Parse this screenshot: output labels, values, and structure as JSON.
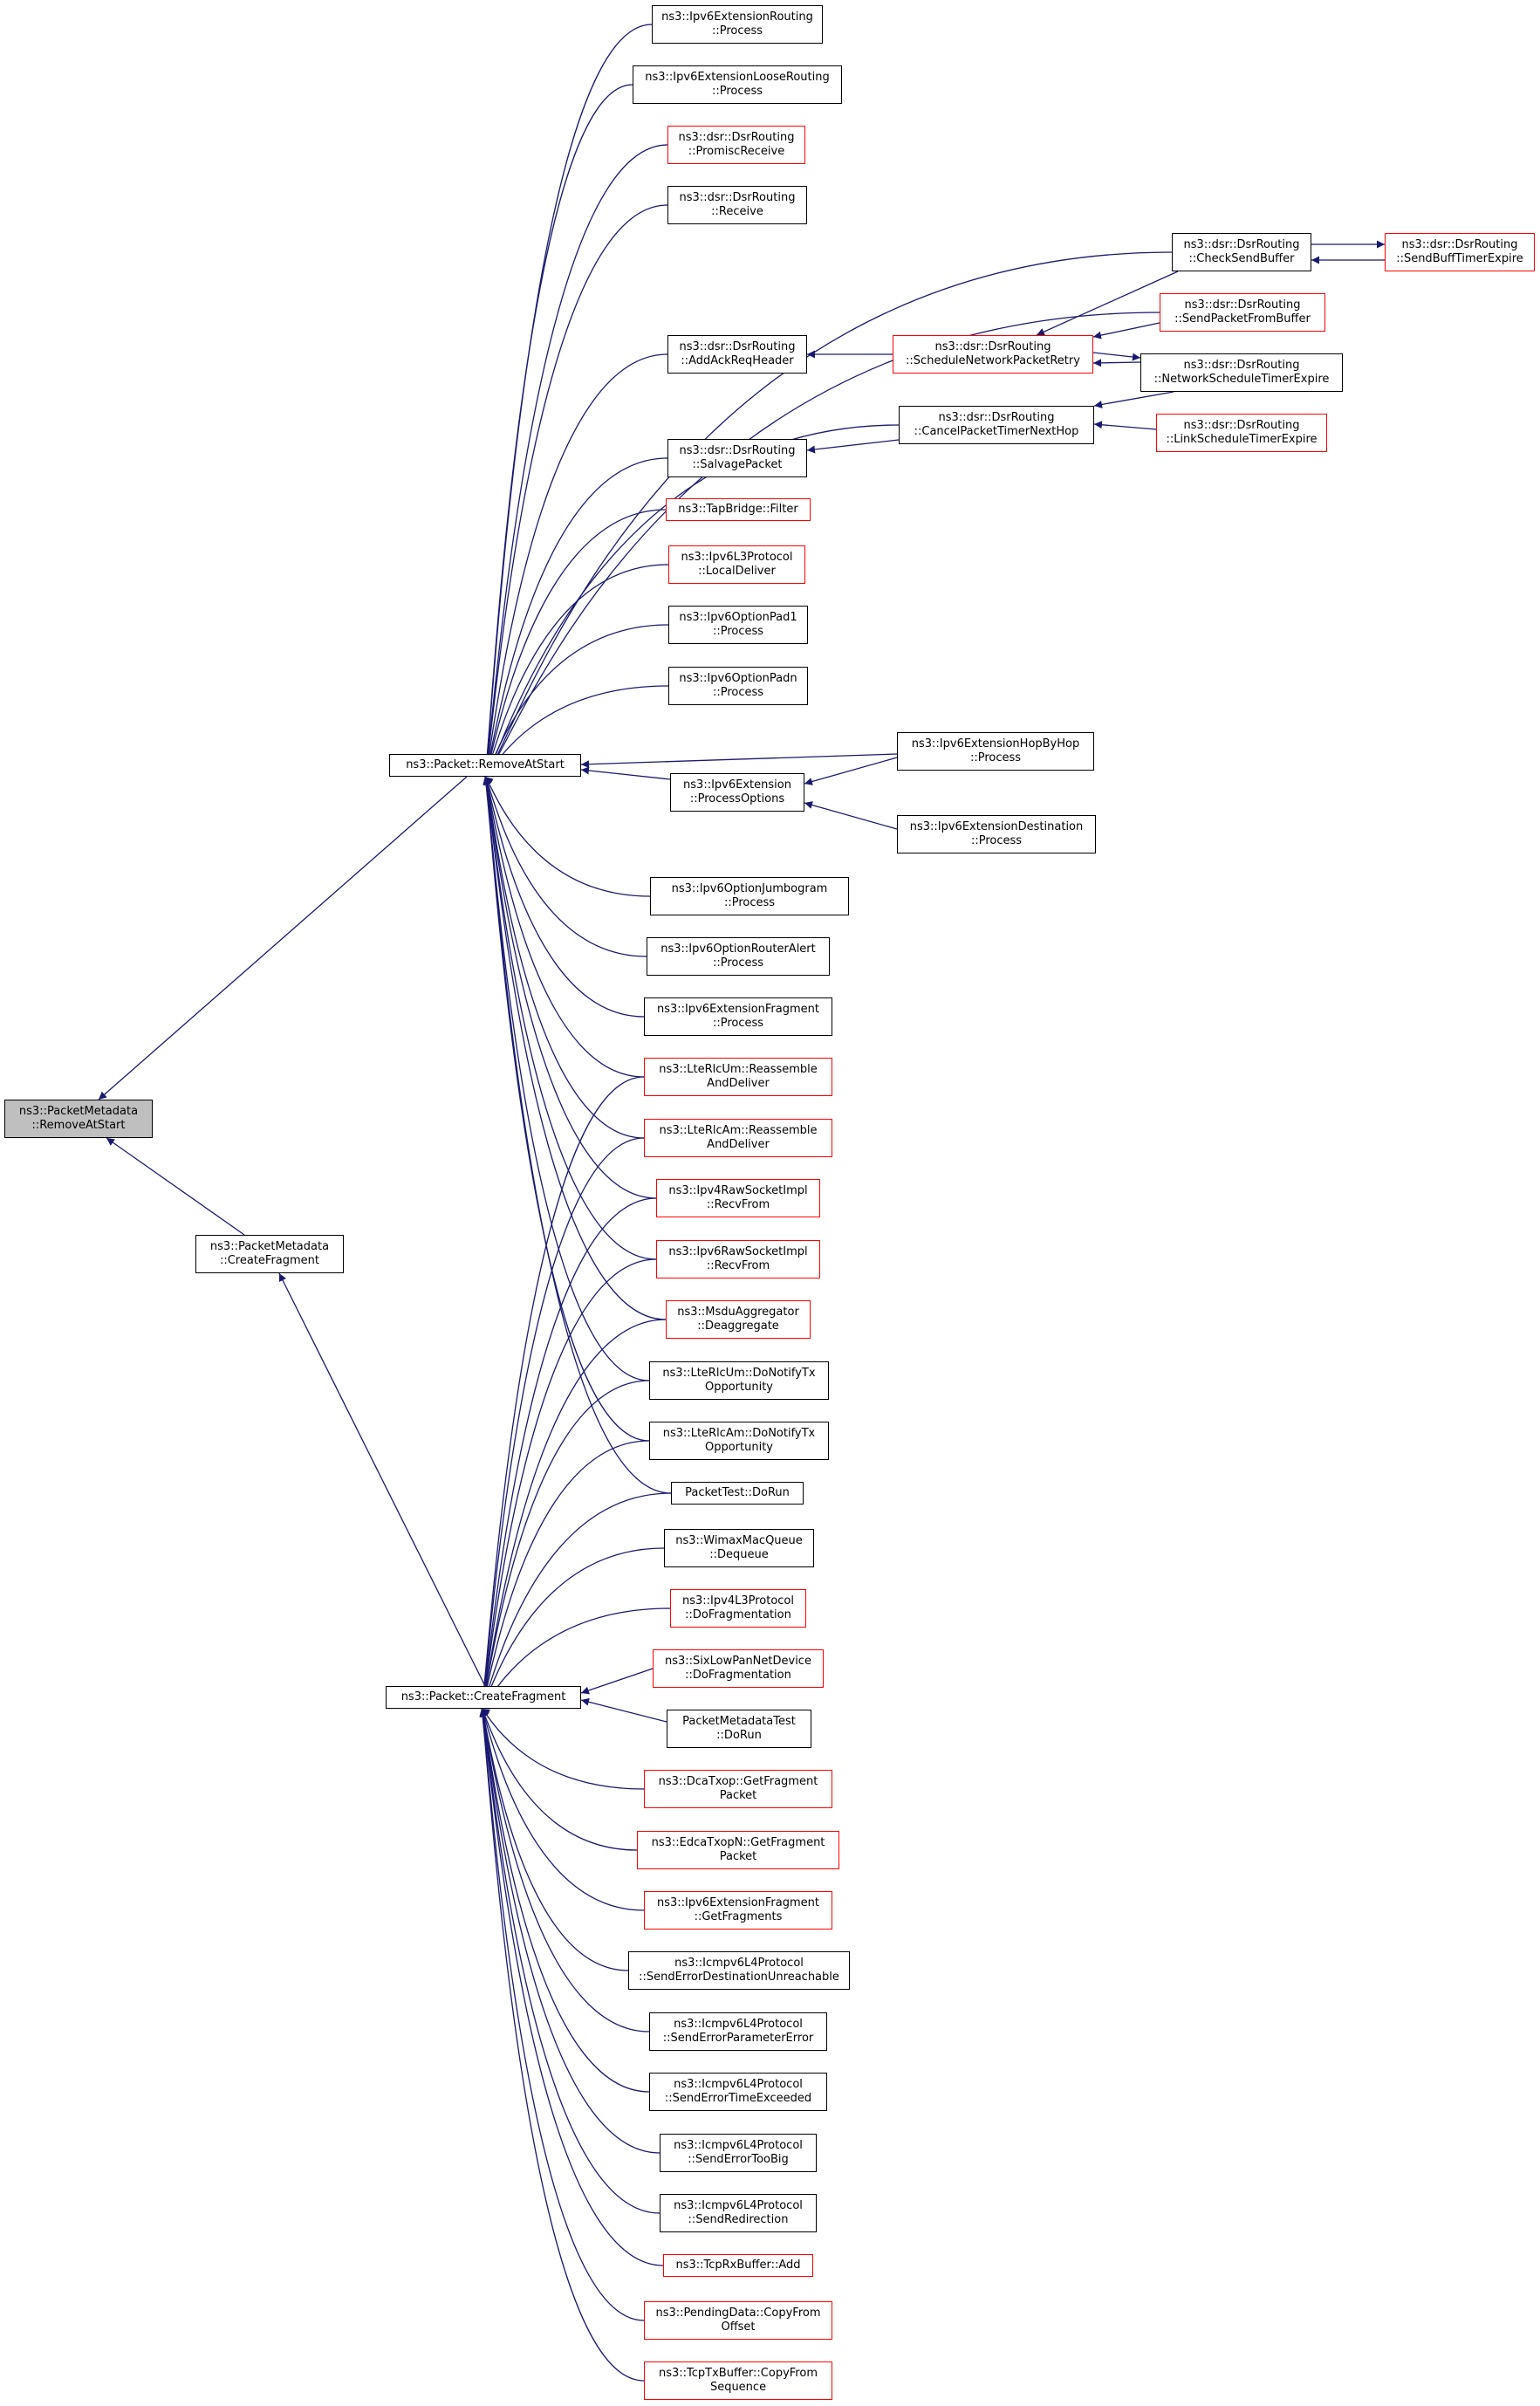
{
  "graph": {
    "edge_color": "#191970",
    "node_border_normal": "#000000",
    "node_border_truncated": "#ff0000",
    "focus_fill": "#bfbfbf",
    "nodes": [
      {
        "id": "root",
        "lines": [
          "ns3::PacketMetadata",
          "::RemoveAtStart"
        ],
        "style": "focus"
      },
      {
        "id": "pktRemove",
        "lines": [
          "ns3::Packet::RemoveAtStart"
        ],
        "style": "normal"
      },
      {
        "id": "pmFrag",
        "lines": [
          "ns3::PacketMetadata",
          "::CreateFragment"
        ],
        "style": "normal"
      },
      {
        "id": "pktFrag",
        "lines": [
          "ns3::Packet::CreateFragment"
        ],
        "style": "normal"
      },
      {
        "id": "r1",
        "lines": [
          "ns3::Ipv6ExtensionRouting",
          "::Process"
        ],
        "style": "normal"
      },
      {
        "id": "r2",
        "lines": [
          "ns3::Ipv6ExtensionLooseRouting",
          "::Process"
        ],
        "style": "normal"
      },
      {
        "id": "r3",
        "lines": [
          "ns3::dsr::DsrRouting",
          "::PromiscReceive"
        ],
        "style": "red"
      },
      {
        "id": "r4",
        "lines": [
          "ns3::dsr::DsrRouting",
          "::Receive"
        ],
        "style": "normal"
      },
      {
        "id": "r5",
        "lines": [
          "ns3::dsr::DsrRouting",
          "::AddAckReqHeader"
        ],
        "style": "normal"
      },
      {
        "id": "r6",
        "lines": [
          "ns3::dsr::DsrRouting",
          "::SalvagePacket"
        ],
        "style": "normal"
      },
      {
        "id": "r7",
        "lines": [
          "ns3::TapBridge::Filter"
        ],
        "style": "red"
      },
      {
        "id": "r8",
        "lines": [
          "ns3::Ipv6L3Protocol",
          "::LocalDeliver"
        ],
        "style": "red"
      },
      {
        "id": "r9",
        "lines": [
          "ns3::Ipv6OptionPad1",
          "::Process"
        ],
        "style": "normal"
      },
      {
        "id": "r10",
        "lines": [
          "ns3::Ipv6OptionPadn",
          "::Process"
        ],
        "style": "normal"
      },
      {
        "id": "r11",
        "lines": [
          "ns3::Ipv6Extension",
          "::ProcessOptions"
        ],
        "style": "normal"
      },
      {
        "id": "r12",
        "lines": [
          "ns3::Ipv6OptionJumbogram",
          "::Process"
        ],
        "style": "normal"
      },
      {
        "id": "r13",
        "lines": [
          "ns3::Ipv6OptionRouterAlert",
          "::Process"
        ],
        "style": "normal"
      },
      {
        "id": "r14",
        "lines": [
          "ns3::Ipv6ExtensionFragment",
          "::Process"
        ],
        "style": "normal"
      },
      {
        "id": "s1",
        "lines": [
          "ns3::LteRlcUm::Reassemble",
          "AndDeliver"
        ],
        "style": "red"
      },
      {
        "id": "s2",
        "lines": [
          "ns3::LteRlcAm::Reassemble",
          "AndDeliver"
        ],
        "style": "red"
      },
      {
        "id": "s3",
        "lines": [
          "ns3::Ipv4RawSocketImpl",
          "::RecvFrom"
        ],
        "style": "red"
      },
      {
        "id": "s4",
        "lines": [
          "ns3::Ipv6RawSocketImpl",
          "::RecvFrom"
        ],
        "style": "red"
      },
      {
        "id": "s5",
        "lines": [
          "ns3::MsduAggregator",
          "::Deaggregate"
        ],
        "style": "red"
      },
      {
        "id": "s6",
        "lines": [
          "ns3::LteRlcUm::DoNotifyTx",
          "Opportunity"
        ],
        "style": "normal"
      },
      {
        "id": "s7",
        "lines": [
          "ns3::LteRlcAm::DoNotifyTx",
          "Opportunity"
        ],
        "style": "normal"
      },
      {
        "id": "s8",
        "lines": [
          "PacketTest::DoRun"
        ],
        "style": "normal"
      },
      {
        "id": "f1",
        "lines": [
          "ns3::WimaxMacQueue",
          "::Dequeue"
        ],
        "style": "normal"
      },
      {
        "id": "f2",
        "lines": [
          "ns3::Ipv4L3Protocol",
          "::DoFragmentation"
        ],
        "style": "red"
      },
      {
        "id": "f3",
        "lines": [
          "ns3::SixLowPanNetDevice",
          "::DoFragmentation"
        ],
        "style": "red"
      },
      {
        "id": "f4",
        "lines": [
          "PacketMetadataTest",
          "::DoRun"
        ],
        "style": "normal"
      },
      {
        "id": "f5",
        "lines": [
          "ns3::DcaTxop::GetFragment",
          "Packet"
        ],
        "style": "red"
      },
      {
        "id": "f6",
        "lines": [
          "ns3::EdcaTxopN::GetFragment",
          "Packet"
        ],
        "style": "red"
      },
      {
        "id": "f7",
        "lines": [
          "ns3::Ipv6ExtensionFragment",
          "::GetFragments"
        ],
        "style": "red"
      },
      {
        "id": "f8",
        "lines": [
          "ns3::Icmpv6L4Protocol",
          "::SendErrorDestinationUnreachable"
        ],
        "style": "normal"
      },
      {
        "id": "f9",
        "lines": [
          "ns3::Icmpv6L4Protocol",
          "::SendErrorParameterError"
        ],
        "style": "normal"
      },
      {
        "id": "f10",
        "lines": [
          "ns3::Icmpv6L4Protocol",
          "::SendErrorTimeExceeded"
        ],
        "style": "normal"
      },
      {
        "id": "f11",
        "lines": [
          "ns3::Icmpv6L4Protocol",
          "::SendErrorTooBig"
        ],
        "style": "normal"
      },
      {
        "id": "f12",
        "lines": [
          "ns3::Icmpv6L4Protocol",
          "::SendRedirection"
        ],
        "style": "normal"
      },
      {
        "id": "f13",
        "lines": [
          "ns3::TcpRxBuffer::Add"
        ],
        "style": "red"
      },
      {
        "id": "f14",
        "lines": [
          "ns3::PendingData::CopyFrom",
          "Offset"
        ],
        "style": "red"
      },
      {
        "id": "f15",
        "lines": [
          "ns3::TcpTxBuffer::CopyFrom",
          "Sequence"
        ],
        "style": "red"
      },
      {
        "id": "sched",
        "lines": [
          "ns3::dsr::DsrRouting",
          "::ScheduleNetworkPacketRetry"
        ],
        "style": "red"
      },
      {
        "id": "cancel",
        "lines": [
          "ns3::dsr::DsrRouting",
          "::CancelPacketTimerNextHop"
        ],
        "style": "normal"
      },
      {
        "id": "hop",
        "lines": [
          "ns3::Ipv6ExtensionHopByHop",
          "::Process"
        ],
        "style": "normal"
      },
      {
        "id": "dest",
        "lines": [
          "ns3::Ipv6ExtensionDestination",
          "::Process"
        ],
        "style": "normal"
      },
      {
        "id": "checkBuf",
        "lines": [
          "ns3::dsr::DsrRouting",
          "::CheckSendBuffer"
        ],
        "style": "normal"
      },
      {
        "id": "sendFromBuf",
        "lines": [
          "ns3::dsr::DsrRouting",
          "::SendPacketFromBuffer"
        ],
        "style": "red"
      },
      {
        "id": "netSched",
        "lines": [
          "ns3::dsr::DsrRouting",
          "::NetworkScheduleTimerExpire"
        ],
        "style": "normal"
      },
      {
        "id": "linkSched",
        "lines": [
          "ns3::dsr::DsrRouting",
          "::LinkScheduleTimerExpire"
        ],
        "style": "red"
      },
      {
        "id": "buffTimer",
        "lines": [
          "ns3::dsr::DsrRouting",
          "::SendBuffTimerExpire"
        ],
        "style": "red"
      }
    ],
    "edges": [
      {
        "from": "pktRemove",
        "to": "root"
      },
      {
        "from": "pmFrag",
        "to": "root"
      },
      {
        "from": "pktFrag",
        "to": "pmFrag"
      },
      {
        "from": "r1",
        "to": "pktRemove"
      },
      {
        "from": "r2",
        "to": "pktRemove"
      },
      {
        "from": "r3",
        "to": "pktRemove"
      },
      {
        "from": "r4",
        "to": "pktRemove"
      },
      {
        "from": "r5",
        "to": "pktRemove"
      },
      {
        "from": "r6",
        "to": "pktRemove"
      },
      {
        "from": "r7",
        "to": "pktRemove"
      },
      {
        "from": "r8",
        "to": "pktRemove"
      },
      {
        "from": "r9",
        "to": "pktRemove"
      },
      {
        "from": "r10",
        "to": "pktRemove"
      },
      {
        "from": "r11",
        "to": "pktRemove"
      },
      {
        "from": "r12",
        "to": "pktRemove"
      },
      {
        "from": "r13",
        "to": "pktRemove"
      },
      {
        "from": "r14",
        "to": "pktRemove"
      },
      {
        "from": "s1",
        "to": "pktRemove"
      },
      {
        "from": "s2",
        "to": "pktRemove"
      },
      {
        "from": "s3",
        "to": "pktRemove"
      },
      {
        "from": "s4",
        "to": "pktRemove"
      },
      {
        "from": "s5",
        "to": "pktRemove"
      },
      {
        "from": "s6",
        "to": "pktRemove"
      },
      {
        "from": "s7",
        "to": "pktRemove"
      },
      {
        "from": "s8",
        "to": "pktRemove"
      },
      {
        "from": "hop",
        "to": "pktRemove"
      },
      {
        "from": "checkBuf",
        "to": "pktRemove"
      },
      {
        "from": "sendFromBuf",
        "to": "pktRemove"
      },
      {
        "from": "cancel",
        "to": "pktRemove"
      },
      {
        "from": "s1",
        "to": "pktFrag"
      },
      {
        "from": "s2",
        "to": "pktFrag"
      },
      {
        "from": "s3",
        "to": "pktFrag"
      },
      {
        "from": "s4",
        "to": "pktFrag"
      },
      {
        "from": "s5",
        "to": "pktFrag"
      },
      {
        "from": "s6",
        "to": "pktFrag"
      },
      {
        "from": "s7",
        "to": "pktFrag"
      },
      {
        "from": "s8",
        "to": "pktFrag"
      },
      {
        "from": "f1",
        "to": "pktFrag"
      },
      {
        "from": "f2",
        "to": "pktFrag"
      },
      {
        "from": "f3",
        "to": "pktFrag"
      },
      {
        "from": "f4",
        "to": "pktFrag"
      },
      {
        "from": "f5",
        "to": "pktFrag"
      },
      {
        "from": "f6",
        "to": "pktFrag"
      },
      {
        "from": "f7",
        "to": "pktFrag"
      },
      {
        "from": "f8",
        "to": "pktFrag"
      },
      {
        "from": "f9",
        "to": "pktFrag"
      },
      {
        "from": "f10",
        "to": "pktFrag"
      },
      {
        "from": "f11",
        "to": "pktFrag"
      },
      {
        "from": "f12",
        "to": "pktFrag"
      },
      {
        "from": "f13",
        "to": "pktFrag"
      },
      {
        "from": "f14",
        "to": "pktFrag"
      },
      {
        "from": "f15",
        "to": "pktFrag"
      },
      {
        "from": "sched",
        "to": "r5"
      },
      {
        "from": "cancel",
        "to": "r6"
      },
      {
        "from": "hop",
        "to": "r11"
      },
      {
        "from": "dest",
        "to": "r11"
      },
      {
        "from": "checkBuf",
        "to": "sched"
      },
      {
        "from": "sendFromBuf",
        "to": "sched"
      },
      {
        "from": "netSched",
        "to": "sched"
      },
      {
        "from": "sched",
        "to": "netSched"
      },
      {
        "from": "netSched",
        "to": "cancel"
      },
      {
        "from": "linkSched",
        "to": "cancel"
      },
      {
        "from": "buffTimer",
        "to": "checkBuf"
      },
      {
        "from": "checkBuf",
        "to": "buffTimer"
      }
    ]
  }
}
